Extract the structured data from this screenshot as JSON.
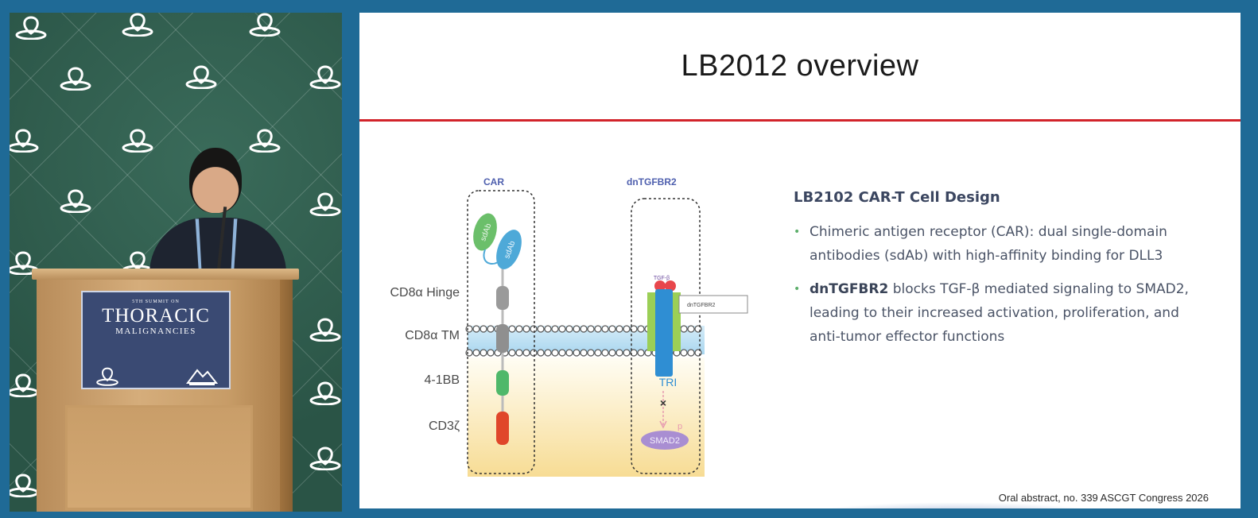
{
  "video": {
    "sign": {
      "small_text": "5TH SUMMIT ON",
      "big_text": "THORACIC",
      "sub_text": "MALIGNANCIES"
    },
    "logo_icon": "drop-pin-logo-icon",
    "right_logo_icon": "mountain-logo-icon"
  },
  "slide": {
    "title": "LB2012 overview",
    "rule_color": "#d2232a",
    "diagram": {
      "col_car": "CAR",
      "col_dn": "dnTGFBR2",
      "labels": {
        "hinge": "CD8α Hinge",
        "tm": "CD8α TM",
        "bb": "4-1BB",
        "cd3": "CD3ζ"
      },
      "sdab": "sdAb",
      "tgf": "TGF-β",
      "dn_box": "dnTGFBR2",
      "tri": "TRI",
      "smad": "SMAD2",
      "p": "p",
      "x_mark": "×"
    },
    "design": {
      "heading": "LB2102 CAR-T Cell Design",
      "bullet1": "Chimeric antigen receptor (CAR): dual single-domain antibodies (sdAb) with high-affinity binding for DLL3",
      "bullet2_lead": "dnTGFBR2",
      "bullet2_rest": " blocks TGF-β mediated signaling to SMAD2, leading to their increased activation, proliferation, and anti-tumor effector functions",
      "bullet_color": "#5cae6a"
    },
    "citation": "Oral abstract, no. 339 ASCGT Congress 2026"
  }
}
